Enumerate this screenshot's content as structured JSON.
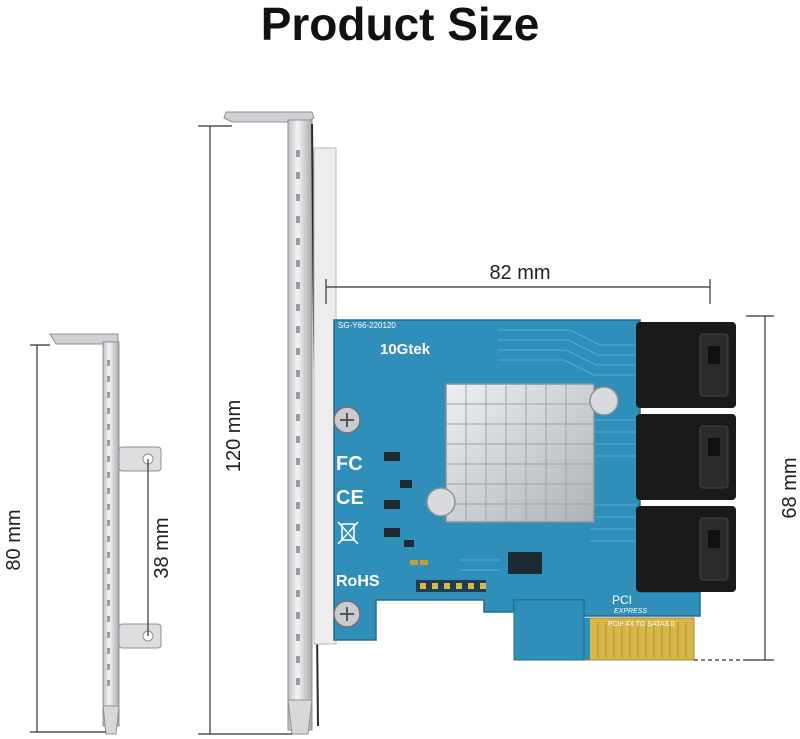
{
  "header": {
    "title": "Product Size"
  },
  "dimensions": {
    "full_bracket_height": "120 mm",
    "low_bracket_height": "80 mm",
    "low_bracket_hole_spacing": "38 mm",
    "card_width": "82 mm",
    "card_height": "68 mm"
  },
  "board": {
    "brand": "10Gtek",
    "model_code": "SG-Y66-220120",
    "fc_mark": "FC",
    "ce_mark": "CE",
    "rohs_mark": "RoHS",
    "pci_mark": "PCI",
    "express_mark": "EXPRESS",
    "interface_text": "PCIe 4X TO SATA3.0"
  },
  "colors": {
    "pcb": "#2f8fb8",
    "pcb_dark": "#1d6f95",
    "gold_fingers": "#d8b64a",
    "bracket": "#e6e6e6",
    "sata_port": "#1a1a1a",
    "heatsink": "#d5d7da"
  }
}
